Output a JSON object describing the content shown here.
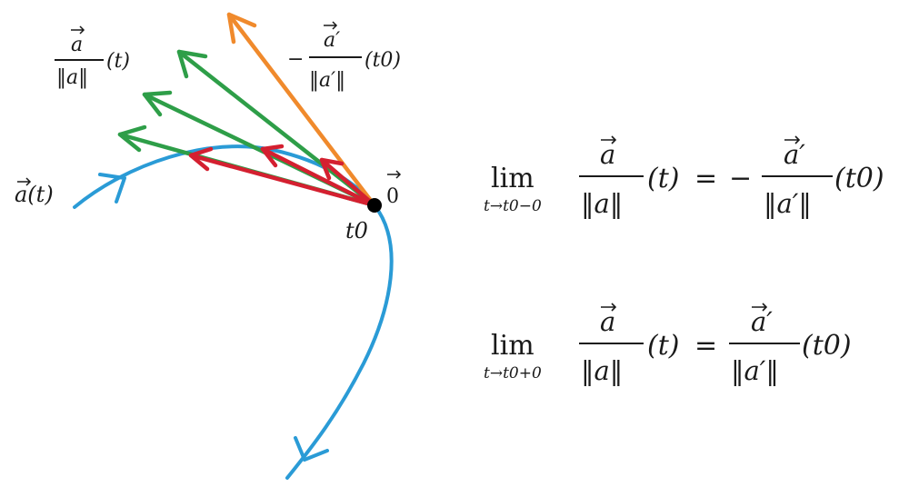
{
  "labels": {
    "curve": "a(t)",
    "origin": "0",
    "point": "t0",
    "unit_left_num": "a",
    "unit_left_den": "‖a‖",
    "unit_left_arg": "(t)",
    "unit_right_sign": "−",
    "unit_right_num": "a′",
    "unit_right_den": "‖a′‖",
    "unit_right_arg": "(t0)"
  },
  "formulas": {
    "first": {
      "lim": "lim",
      "under": "t→t0−0",
      "num": "a",
      "den": "‖a‖",
      "arg": "(t)",
      "eq": "=",
      "sign": "−",
      "rhs_num": "a′",
      "rhs_den": "‖a′‖",
      "rhs_arg": "(t0)"
    },
    "second": {
      "lim": "lim",
      "under": "t→t0+0",
      "num": "a",
      "den": "‖a‖",
      "arg": "(t)",
      "eq": "=",
      "rhs_num": "a′",
      "rhs_den": "‖a′‖",
      "rhs_arg": "(t0)"
    }
  },
  "colors": {
    "curve": "#2a9bd6",
    "chord_vectors": "#d42030",
    "unit_vectors": "#2e9e48",
    "limit_vector": "#f08a2c",
    "point": "#000000"
  }
}
